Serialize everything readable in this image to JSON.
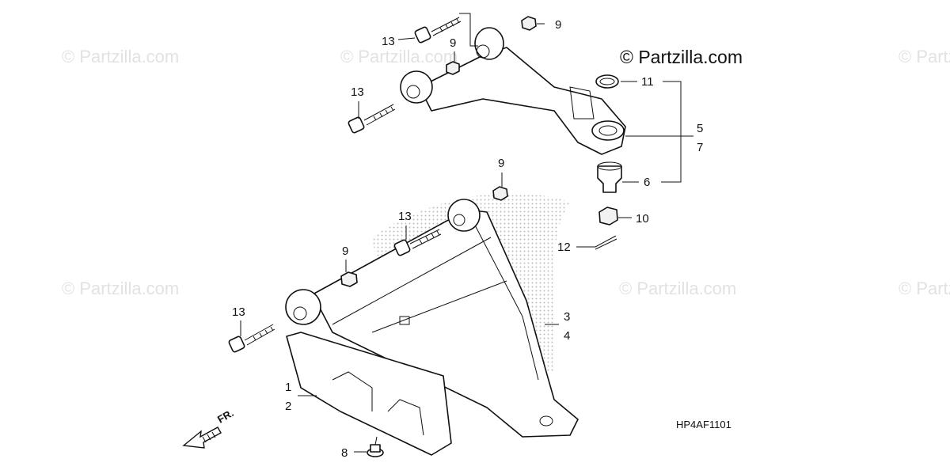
{
  "watermark": "© Partzilla.com",
  "copyright": "© Partzilla.com",
  "diagram_code": "HP4AF1101",
  "direction_label": "FR.",
  "callouts": {
    "c13a": "13",
    "c9a": "9",
    "c9b": "9",
    "c11": "11",
    "c13b": "13",
    "c5": "5",
    "c7": "7",
    "c6": "6",
    "c9c": "9",
    "c13c": "13",
    "c10": "10",
    "c12": "12",
    "c9d": "9",
    "c13d": "13",
    "c3": "3",
    "c4": "4",
    "c1": "1",
    "c2": "2",
    "c8": "8"
  }
}
